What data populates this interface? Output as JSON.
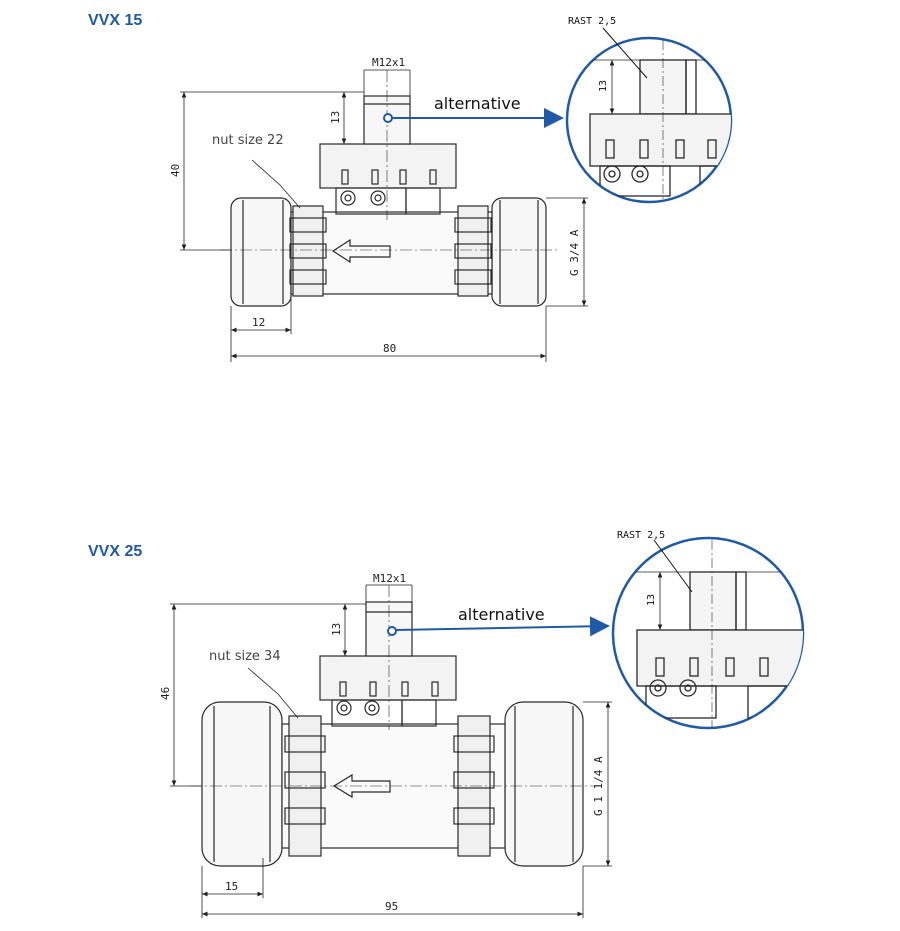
{
  "colors": {
    "accent": "#1f5aa6",
    "line": "#2a2a2a",
    "fill": "#f4f4f4"
  },
  "figures": [
    {
      "title": "VVX 15",
      "nut_label": "nut size 22",
      "alt_label": "alternative",
      "thread_label": "M12x1",
      "dim_height_top": "13",
      "dim_height_total": "40",
      "dim_connection": "G 3/4 A",
      "dim_nut_width": "12",
      "dim_length": "80",
      "detail": {
        "rast_label": "RAST 2,5",
        "dim_height": "13"
      }
    },
    {
      "title": "VVX 25",
      "nut_label": "nut size 34",
      "alt_label": "alternative",
      "thread_label": "M12x1",
      "dim_height_top": "13",
      "dim_height_total": "46",
      "dim_connection": "G 1 1/4 A",
      "dim_nut_width": "15",
      "dim_length": "95",
      "detail": {
        "rast_label": "RAST 2,5",
        "dim_height": "13"
      }
    }
  ]
}
